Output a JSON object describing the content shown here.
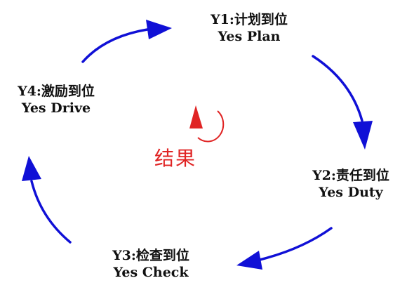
{
  "colors": {
    "cycle_arrow": "#1010d6",
    "center_arrow": "#e02424",
    "text": "#111111"
  },
  "nodes": [
    {
      "id": "y1",
      "zh": "Y1:计划到位",
      "en": "Yes Plan"
    },
    {
      "id": "y2",
      "zh": "Y2:责任到位",
      "en": "Yes Duty"
    },
    {
      "id": "y3",
      "zh": "Y3:检查到位",
      "en": "Yes Check"
    },
    {
      "id": "y4",
      "zh": "Y4:激励到位",
      "en": "Yes Drive"
    }
  ],
  "center": {
    "label": "结果",
    "icon": "red-circular-arrow-icon"
  }
}
